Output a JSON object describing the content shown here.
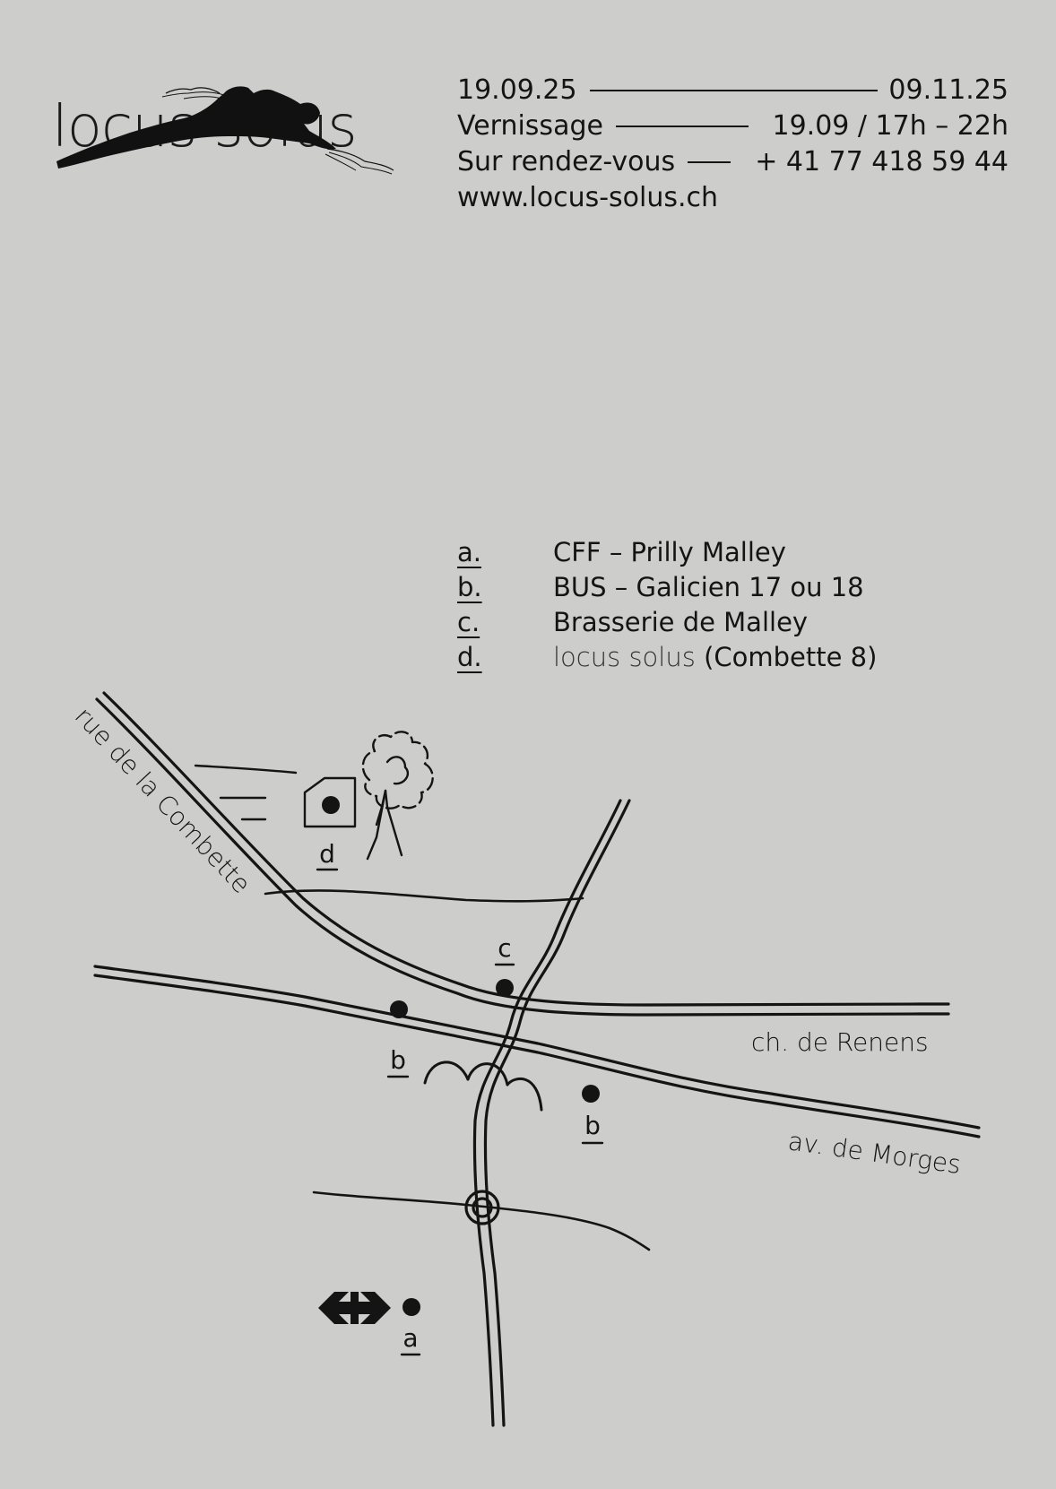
{
  "logo": {
    "text": "locus solus"
  },
  "info": {
    "date_start": "19.09.25",
    "date_end": "09.11.25",
    "vernissage_label": "Vernissage",
    "vernissage_value": "19.09 / 17h – 22h",
    "appointment_label": "Sur rendez-vous",
    "appointment_value": "+ 41 77 418 59 44",
    "website": "www.locus-solus.ch"
  },
  "legend": [
    {
      "key": "a.",
      "label": "CFF – Prilly Malley"
    },
    {
      "key": "b.",
      "label": "BUS – Galicien 17 ou 18"
    },
    {
      "key": "c.",
      "label": "Brasserie de Malley"
    },
    {
      "key": "d.",
      "label_light": "locus solus",
      "label_bold": " (Combette 8)"
    }
  ],
  "map": {
    "streets": {
      "combette": "rue de la Combette",
      "renens": "ch. de Renens",
      "morges": "av. de Morges"
    },
    "markers": {
      "a": "a",
      "b": "b",
      "c": "c",
      "d": "d"
    },
    "icons": [
      "sbb-cff-icon",
      "tree-icon",
      "building-icon",
      "roundabout-icon",
      "bridge-arches-icon"
    ]
  }
}
